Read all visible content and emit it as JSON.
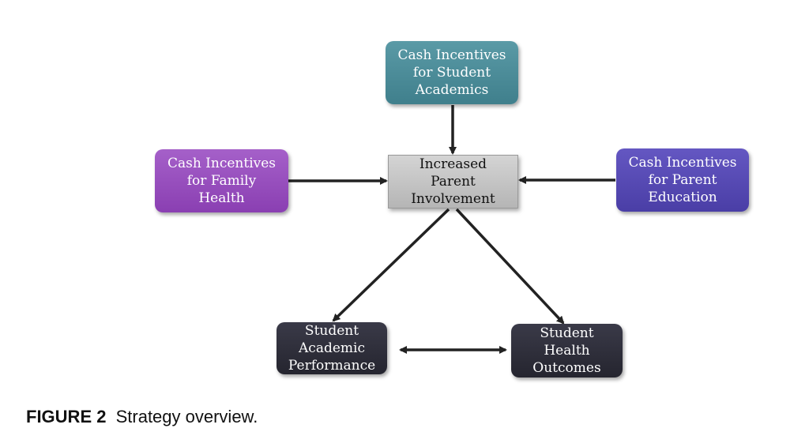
{
  "nodes": {
    "academics": {
      "label": "Cash Incentives\nfor Student\nAcademics",
      "color": "#4a8a96"
    },
    "family_health": {
      "label": "Cash Incentives\nfor Family\nHealth",
      "color": "#9548bd"
    },
    "parent_involvement": {
      "label": "Increased\nParent\nInvolvement",
      "color": "#c4c4c4"
    },
    "parent_education": {
      "label": "Cash Incentives\nfor Parent\nEducation",
      "color": "#5448b4"
    },
    "academic_performance": {
      "label": "Student\nAcademic\nPerformance",
      "color": "#2c2c38"
    },
    "health_outcomes": {
      "label": "Student\nHealth\nOutcomes",
      "color": "#2c2c38"
    }
  },
  "edges": [
    {
      "from": "academics",
      "to": "parent_involvement"
    },
    {
      "from": "family_health",
      "to": "parent_involvement"
    },
    {
      "from": "parent_education",
      "to": "parent_involvement"
    },
    {
      "from": "parent_involvement",
      "to": "academic_performance"
    },
    {
      "from": "parent_involvement",
      "to": "health_outcomes"
    },
    {
      "from": "academic_performance",
      "to": "health_outcomes",
      "bidirectional": true
    }
  ],
  "caption": {
    "figure_label": "FIGURE 2",
    "text": "Strategy overview."
  },
  "edge_color": "#222222"
}
